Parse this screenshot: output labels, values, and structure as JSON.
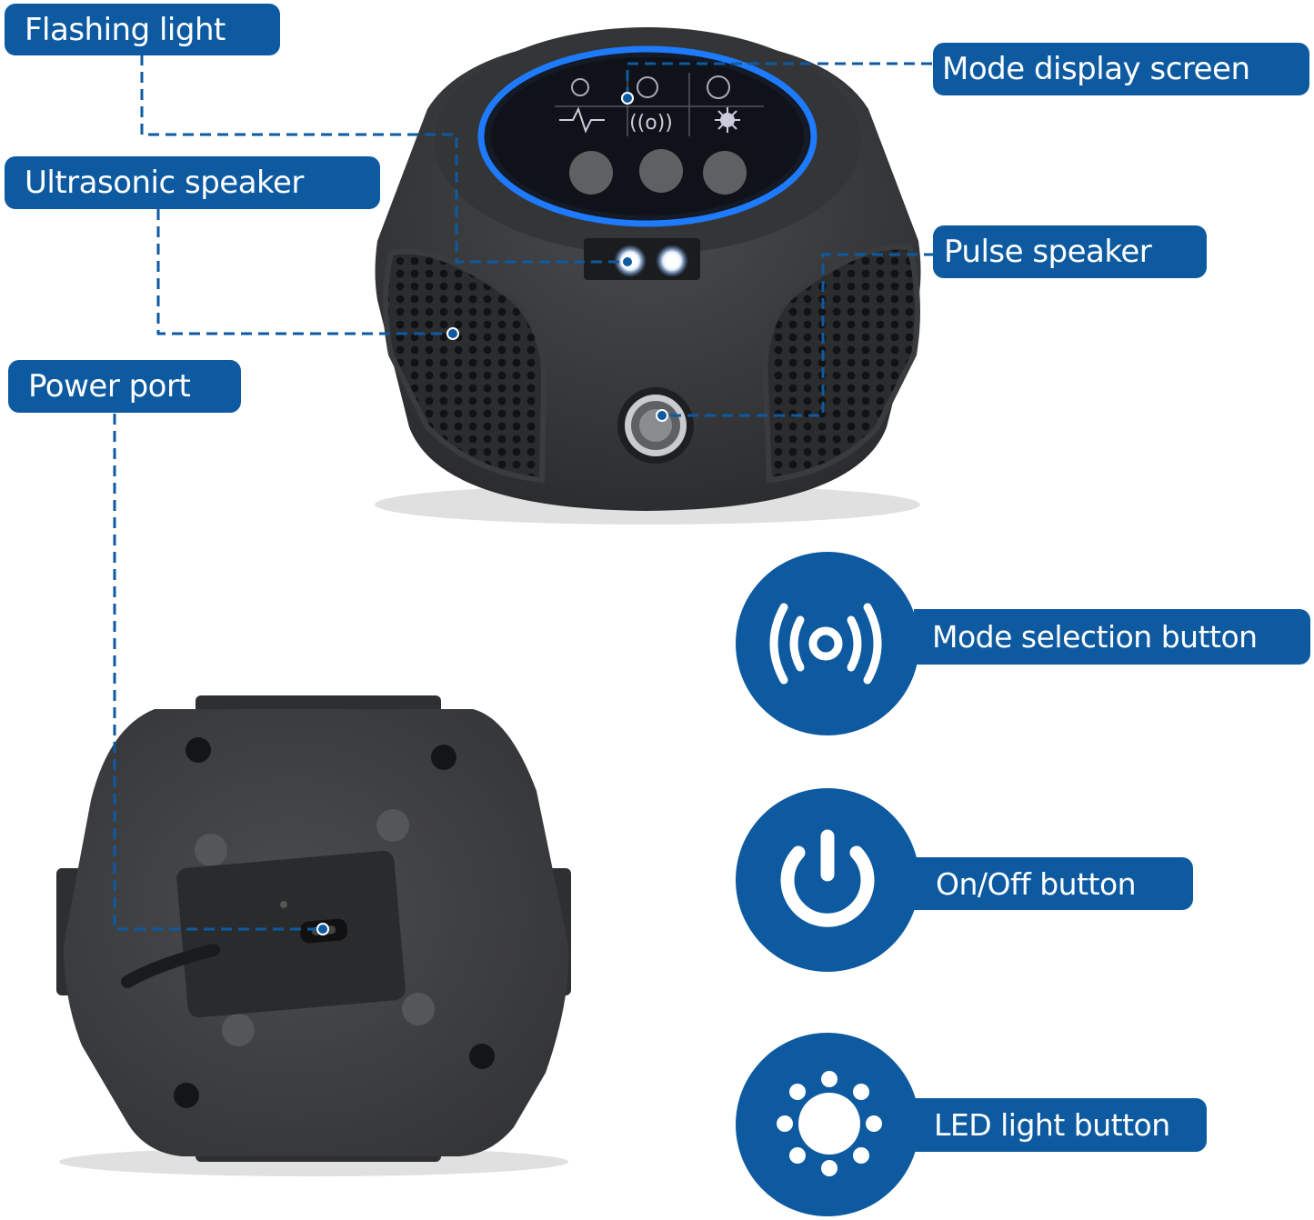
{
  "callouts": {
    "flashing_light": "Flashing light",
    "mode_display_screen": "Mode display screen",
    "ultrasonic_speaker": "Ultrasonic speaker",
    "pulse_speaker": "Pulse speaker",
    "power_port": "Power port"
  },
  "buttons": {
    "mode_selection": "Mode selection button",
    "on_off": "On/Off button",
    "led_light": "LED light button"
  },
  "colors": {
    "accent_blue": "#0d5aa1",
    "device_body": "#3a3b3d",
    "screen_ring": "#1e7bff",
    "led_white": "#ffffff"
  },
  "icons": [
    "sound-wave-icon",
    "power-icon",
    "sun-icon"
  ]
}
